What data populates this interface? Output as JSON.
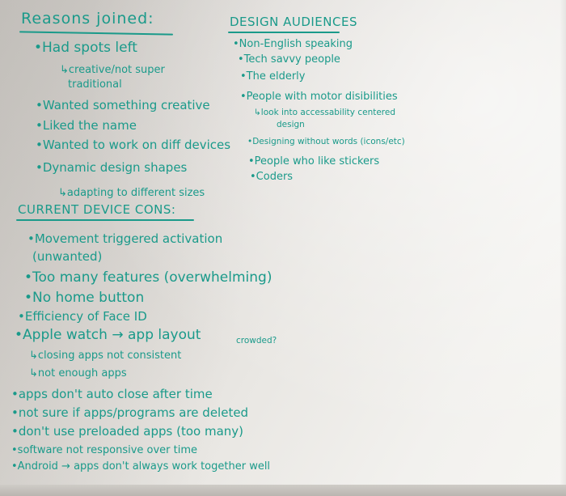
{
  "left": {
    "title": "Reasons joined:",
    "items": [
      "•Had spots left",
      "↳creative/not super",
      "traditional",
      "•Wanted something creative",
      "•Liked the name",
      "•Wanted to work on diff devices",
      "•Dynamic design shapes",
      "↳adapting to different sizes"
    ]
  },
  "right": {
    "title": "DESIGN AUDIENCES",
    "items": [
      "•Non-English speaking",
      "•Tech savvy people",
      "•The elderly",
      "•People with motor disibilities",
      "↳look into accessability centered",
      "design",
      "•Designing without words (icons/etc)",
      "•People who like stickers",
      "•Coders"
    ]
  },
  "cons": {
    "title": "CURRENT DEVICE CONS:",
    "items": [
      "•Movement triggered activation",
      "(unwanted)",
      "•Too many features (overwhelming)",
      "•No home button",
      "•Efficiency of Face ID",
      "•Apple watch → app layout",
      "crowded?",
      "↳closing apps not consistent",
      "↳not enough apps",
      "•apps don't auto close after time",
      "•not sure if apps/programs are deleted",
      "•don't use preloaded apps (too many)",
      "•software not responsive over time",
      "•Android → apps don't always work together well"
    ]
  }
}
